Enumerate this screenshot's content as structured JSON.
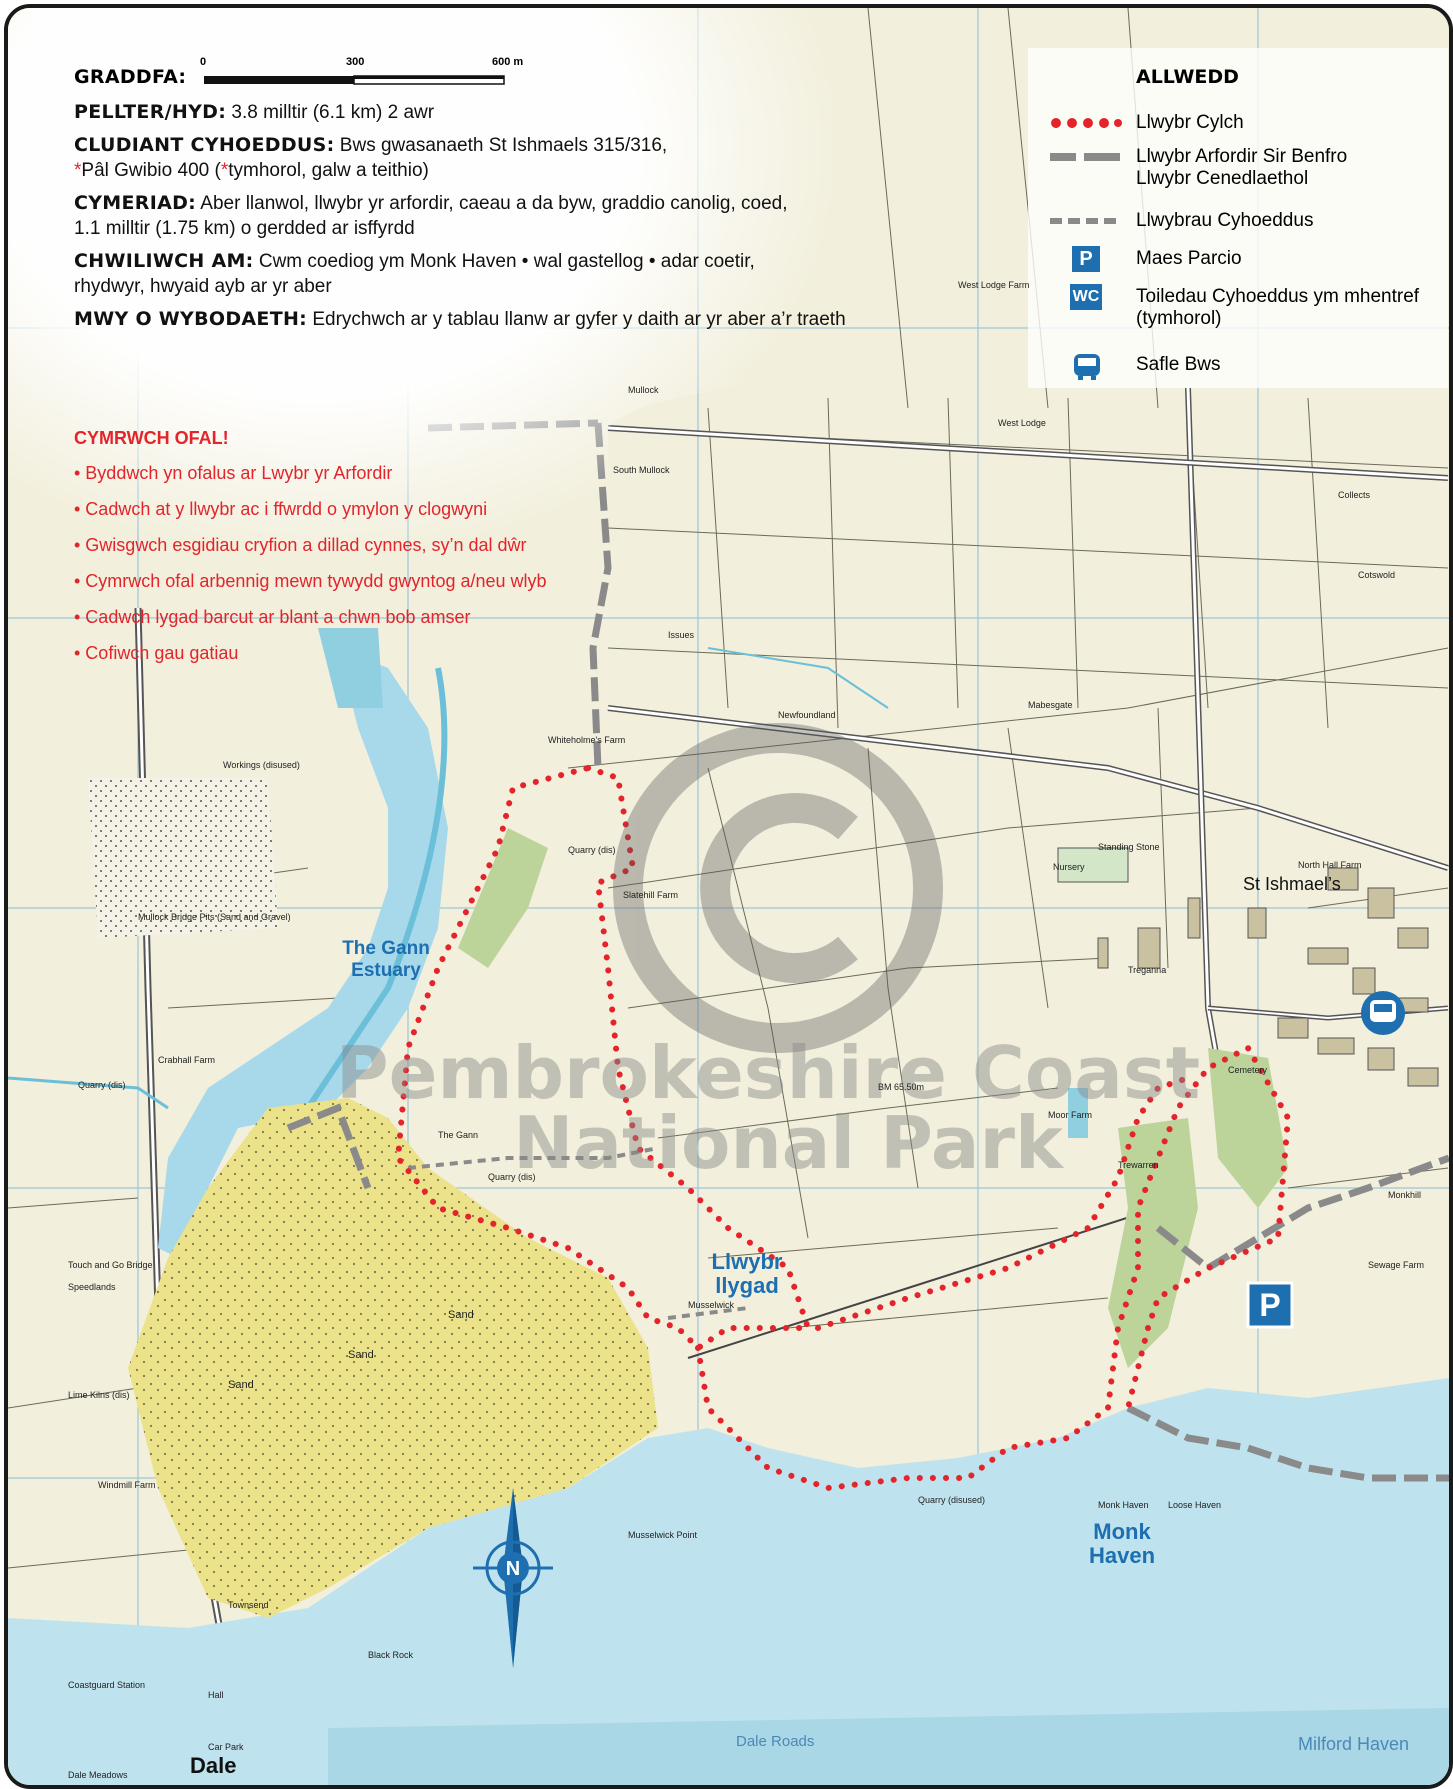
{
  "scale": {
    "label": "GRADDFA:",
    "ticks": [
      "0",
      "300",
      "600 m"
    ]
  },
  "info": [
    {
      "label": "PELLTER/HYD:",
      "text": "3.8 milltir (6.1 km) 2 awr"
    },
    {
      "label": "CLUDIANT CYHOEDDUS:",
      "text": "Bws gwasanaeth St Ishmaels 315/316,",
      "line2_star1": "*",
      "line2_a": "Pâl Gwibio 400 (",
      "line2_star2": "*",
      "line2_b": "tymhorol, galw a teithio)"
    },
    {
      "label": "CYMERIAD:",
      "text": "Aber llanwol, llwybr yr arfordir, caeau a da byw, graddio canolig, coed,",
      "line2": "1.1 milltir (1.75 km) o gerdded ar isffyrdd"
    },
    {
      "label": "CHWILIWCH AM:",
      "text": "Cwm coediog ym Monk Haven • wal gastellog • adar coetir,",
      "line2": "rhydwyr, hwyaid ayb ar yr aber"
    },
    {
      "label": "MWY O WYBODAETH:",
      "text": "Edrychwch ar y tablau llanw ar gyfer y daith ar yr aber a’r traeth"
    }
  ],
  "legend": {
    "title": "ALLWEDD",
    "items": [
      {
        "symbol": "red-dots",
        "line1": "Llwybr Cylch",
        "line2": ""
      },
      {
        "symbol": "grey-dash",
        "line1": "Llwybr Arfordir Sir Benfro",
        "line2": "Llwybr Cenedlaethol"
      },
      {
        "symbol": "grey-short-dash",
        "line1": "Llwybrau Cyhoeddus",
        "line2": ""
      },
      {
        "symbol": "parking",
        "line1": "Maes Parcio",
        "line2": "",
        "glyph": "P"
      },
      {
        "symbol": "wc",
        "line1": "Toiledau Cyhoeddus ym mhentref",
        "line2": "(tymhorol)",
        "glyph": "WC"
      },
      {
        "symbol": "bus",
        "line1": "Safle Bws",
        "line2": ""
      }
    ]
  },
  "care": {
    "title": "CYMRWCH OFAL!",
    "items": [
      "• Byddwch yn ofalus ar Lwybr yr Arfordir",
      "• Cadwch at y llwybr ac i ffwrdd o ymylon y clogwyni",
      "• Gwisgwch esgidiau cryfion a dillad cynnes, sy’n dal dŵr",
      "• Cymrwch ofal arbennig mewn tywydd gwyntog a/neu wlyb",
      "• Cadwch lygad barcut ar blant a chwn bob amser",
      "• Cofiwch gau gatiau"
    ]
  },
  "map_labels": {
    "gann": [
      "The Gann",
      "Estuary"
    ],
    "eye": [
      "Llwybr",
      "llygad"
    ],
    "monk": [
      "Monk",
      "Haven"
    ],
    "st_ishmaels": "St Ishmael’s",
    "dale": "Dale",
    "dale_roads": "Dale Roads",
    "milford": "Milford Haven",
    "watermark": [
      "Pembrokeshire Coast",
      "National Park"
    ],
    "compass": "N",
    "parking": "P",
    "small": [
      {
        "t": "Whiteholme's Farm"
      },
      {
        "t": "Newfoundland"
      },
      {
        "t": "Mabesgate"
      },
      {
        "t": "West Lodge Farm"
      },
      {
        "t": "Mullock"
      },
      {
        "t": "South Mullock"
      },
      {
        "t": "Slatehill Farm"
      },
      {
        "t": "Quarry (dis)"
      },
      {
        "t": "Workings (disused)"
      },
      {
        "t": "Mullock Bridge Pits (Sand and Gravel)"
      },
      {
        "t": "Crabhall Farm"
      },
      {
        "t": "Quarry (dis)"
      },
      {
        "t": "The Gann"
      },
      {
        "t": "Quarry (dis)"
      },
      {
        "t": "Touch and Go Bridge"
      },
      {
        "t": "Speedlands"
      },
      {
        "t": "Lime Kilns (dis)"
      },
      {
        "t": "Windmill Farm"
      },
      {
        "t": "Sand"
      },
      {
        "t": "Sand"
      },
      {
        "t": "Sand"
      },
      {
        "t": "Musselwick"
      },
      {
        "t": "Musselwick Point"
      },
      {
        "t": "Black Rock"
      },
      {
        "t": "Townsend"
      },
      {
        "t": "Coastguard Station"
      },
      {
        "t": "Hall"
      },
      {
        "t": "Car Park"
      },
      {
        "t": "Dale Meadows"
      },
      {
        "t": "Moor Farm"
      },
      {
        "t": "Trewarren"
      },
      {
        "t": "Nursery"
      },
      {
        "t": "Standing Stone"
      },
      {
        "t": "Treganna"
      },
      {
        "t": "North Hall Farm"
      },
      {
        "t": "Cemetery"
      },
      {
        "t": "Sewage Farm"
      },
      {
        "t": "Monkhill"
      },
      {
        "t": "Quarry (disused)"
      },
      {
        "t": "Monk Haven"
      },
      {
        "t": "Loose Haven"
      },
      {
        "t": "BM 65.50m"
      },
      {
        "t": "Cotswold"
      },
      {
        "t": "West Lodge"
      },
      {
        "t": "Collects"
      },
      {
        "t": "Issues"
      }
    ]
  },
  "colors": {
    "route": "#e3242b",
    "sea": "#bfe3ee",
    "sand": "#ece28a",
    "wood": "#bcd49a",
    "land": "#f2efdc",
    "label_blue": "#1d6fb0",
    "path_grey": "#8a8a8a"
  }
}
